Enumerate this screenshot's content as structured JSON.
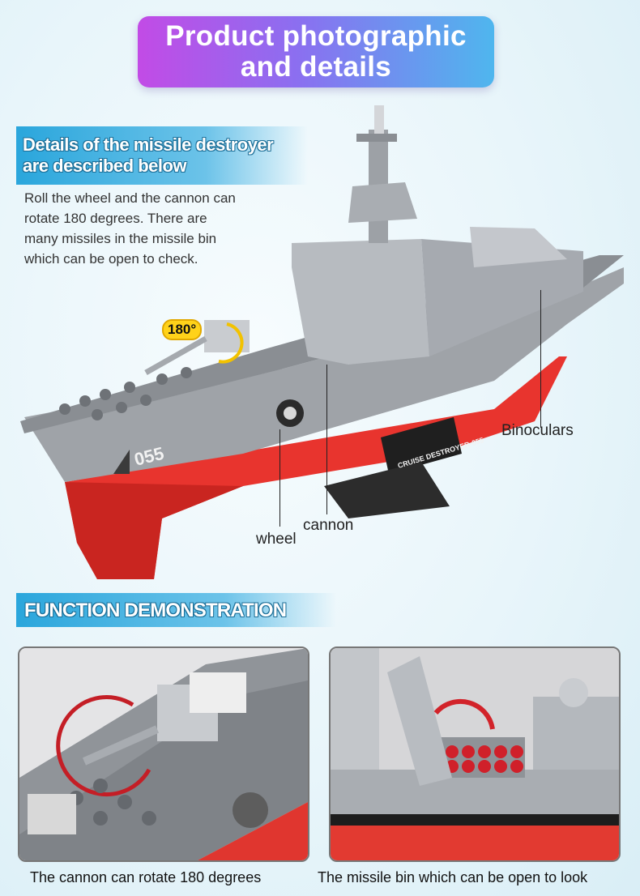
{
  "title": {
    "line1": "Product  photographic",
    "line2": "and details"
  },
  "details_banner": {
    "line1": "Details of the missile destroyer",
    "line2": "are described below"
  },
  "description": "Roll the wheel and the cannon can rotate 180 degrees. There are many missiles in the missile bin which can be open to check.",
  "annotations": {
    "rotation_badge": "180°",
    "binoculars": "Binoculars",
    "cannon": "cannon",
    "wheel": "wheel",
    "hull_number": "055",
    "stand_text": "CRUISE DESTROYER-055"
  },
  "function_banner": "FUNCTION DEMONSTRATION",
  "captions": {
    "left": "The cannon can rotate 180 degrees",
    "right": "The missile bin which can be open to look"
  },
  "colors": {
    "hull_red": "#e8342e",
    "deck_gray": "#8e9297",
    "superstructure": "#b9bcc1",
    "accent_yellow": "#ffd21a"
  }
}
